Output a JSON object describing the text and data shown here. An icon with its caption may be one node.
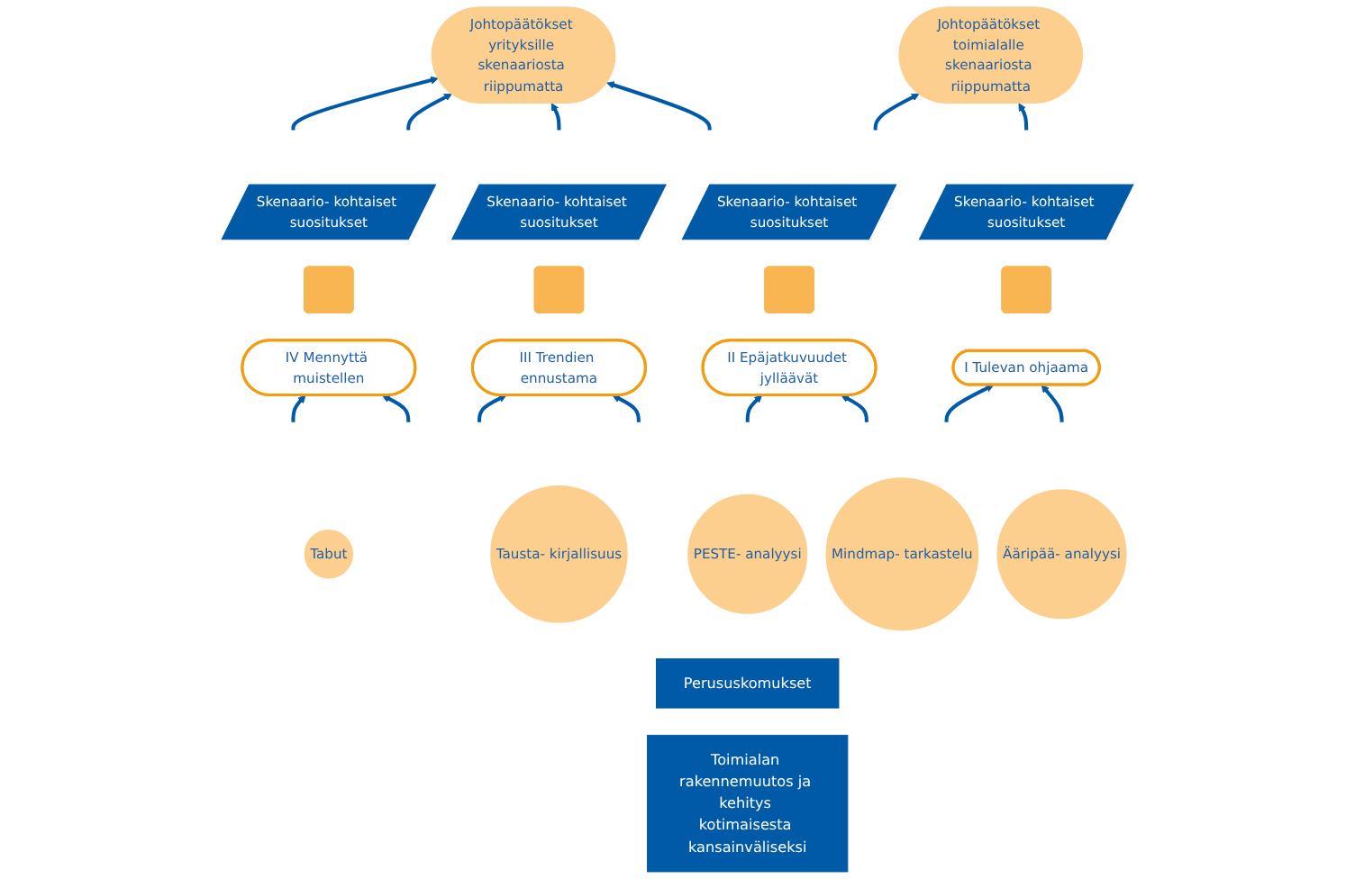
{
  "diagram": {
    "nodes": [
      {
        "text": [
          "Johtopäätökset yrityksille skenaariosta riippumatta"
        ]
      },
      {
        "text": [
          "Johtopäätökset toimialalle skenaariosta riippumatta"
        ]
      },
      {
        "text": [
          "Skenaario- kohtaiset suositukset"
        ]
      },
      {
        "text": [
          "Skenaario- kohtaiset suositukset"
        ]
      },
      {
        "text": [
          "Skenaario- kohtaiset suositukset"
        ]
      },
      {
        "text": [
          "Skenaario- kohtaiset suositukset"
        ]
      },
      {
        "text": [],
        "shape": "box"
      },
      {
        "text": [],
        "shape": "box"
      },
      {
        "text": [],
        "shape": "box"
      },
      {
        "text": [],
        "shape": "box"
      },
      {
        "text": [
          "IV Mennyttä muistellen"
        ]
      },
      {
        "text": [
          "III Trendien ennustama"
        ]
      },
      {
        "text": [
          "II Epäjatkuvuudet jylläävät"
        ]
      },
      {
        "text": [
          "I Tulevan ohjaama"
        ]
      },
      {
        "text": [
          "Tabut"
        ]
      },
      {
        "text": [
          "Tausta- kirjallisuus"
        ]
      },
      {
        "text": [
          "PESTE- analyysi"
        ]
      },
      {
        "text": [
          "Mindmap- tarkastelu"
        ]
      },
      {
        "text": [
          "Ääripää- analyysi"
        ]
      },
      {
        "text": [
          "Perususkomukset"
        ]
      },
      {
        "text": [
          "Toimialan rakennemuutos ja kehitys kotimaisesta kansainväliseksi"
        ]
      }
    ],
    "edges": [
      {
        "from": null,
        "to": 0,
        "arrow": "to"
      },
      {
        "from": null,
        "to": 0,
        "arrow": "to"
      },
      {
        "from": null,
        "to": 0,
        "arrow": "to"
      },
      {
        "from": null,
        "to": 0,
        "arrow": "to"
      },
      {
        "from": null,
        "to": 1,
        "arrow": "to"
      },
      {
        "from": null,
        "to": 1,
        "arrow": "to"
      },
      {
        "from": null,
        "to": 10,
        "arrow": "to"
      },
      {
        "from": null,
        "to": 10,
        "arrow": "to"
      },
      {
        "from": null,
        "to": 11,
        "arrow": "to"
      },
      {
        "from": null,
        "to": 11,
        "arrow": "to"
      },
      {
        "from": null,
        "to": 12,
        "arrow": "to"
      },
      {
        "from": null,
        "to": 12,
        "arrow": "to"
      },
      {
        "from": null,
        "to": 13,
        "arrow": "to"
      },
      {
        "from": null,
        "to": 13,
        "arrow": "to"
      }
    ]
  }
}
